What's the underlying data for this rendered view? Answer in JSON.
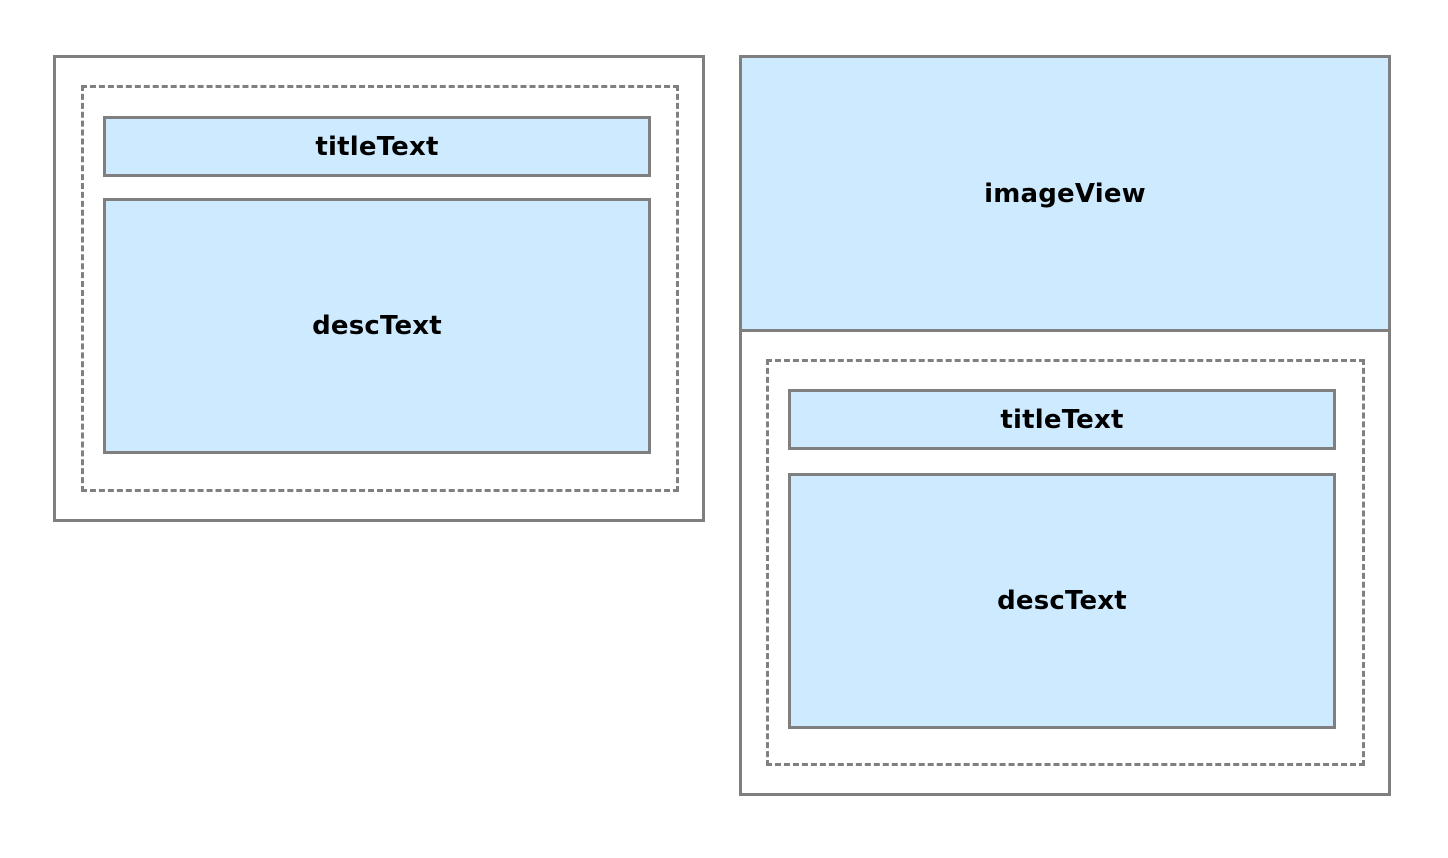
{
  "colors": {
    "view_fill": "#cdeafe",
    "border": "#7f7f7f",
    "background": "#ffffff",
    "text": "#000000"
  },
  "layout_a": {
    "title_label": "titleText",
    "desc_label": "descText"
  },
  "layout_b": {
    "image_label": "imageView",
    "title_label": "titleText",
    "desc_label": "descText"
  }
}
